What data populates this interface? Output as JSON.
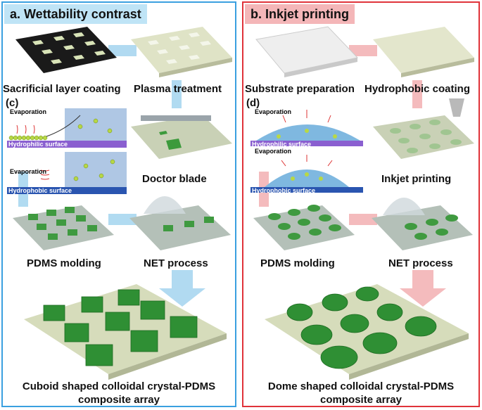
{
  "panel_a": {
    "title": "a. Wettability contrast",
    "steps": [
      "Sacrificial layer coating",
      "Plasma treatment",
      "Doctor blade",
      "PDMS molding",
      "NET process"
    ],
    "inset_label": "(c)",
    "inset": {
      "evaporation_1": "Evaporation",
      "surface_1": "Hydrophilic surface",
      "evaporation_2": "Evaporation",
      "surface_2": "Hydrophobic surface"
    },
    "final_line1": "Cuboid shaped colloidal crystal-PDMS",
    "final_line2": "composite array",
    "accent": "#3aa0e0"
  },
  "panel_b": {
    "title": "b. Inkjet printing",
    "steps": [
      "Substrate preparation",
      "Hydrophobic coating",
      "Inkjet printing",
      "PDMS molding",
      "NET process"
    ],
    "inset_label": "(d)",
    "inset": {
      "evaporation_1": "Evaporation",
      "surface_1": "Hydrophilic surface",
      "evaporation_2": "Evaporation",
      "surface_2": "Hydrophobic surface"
    },
    "final_line1": "Dome shaped colloidal crystal-PDMS",
    "final_line2": "composite array",
    "accent": "#e0333a"
  }
}
